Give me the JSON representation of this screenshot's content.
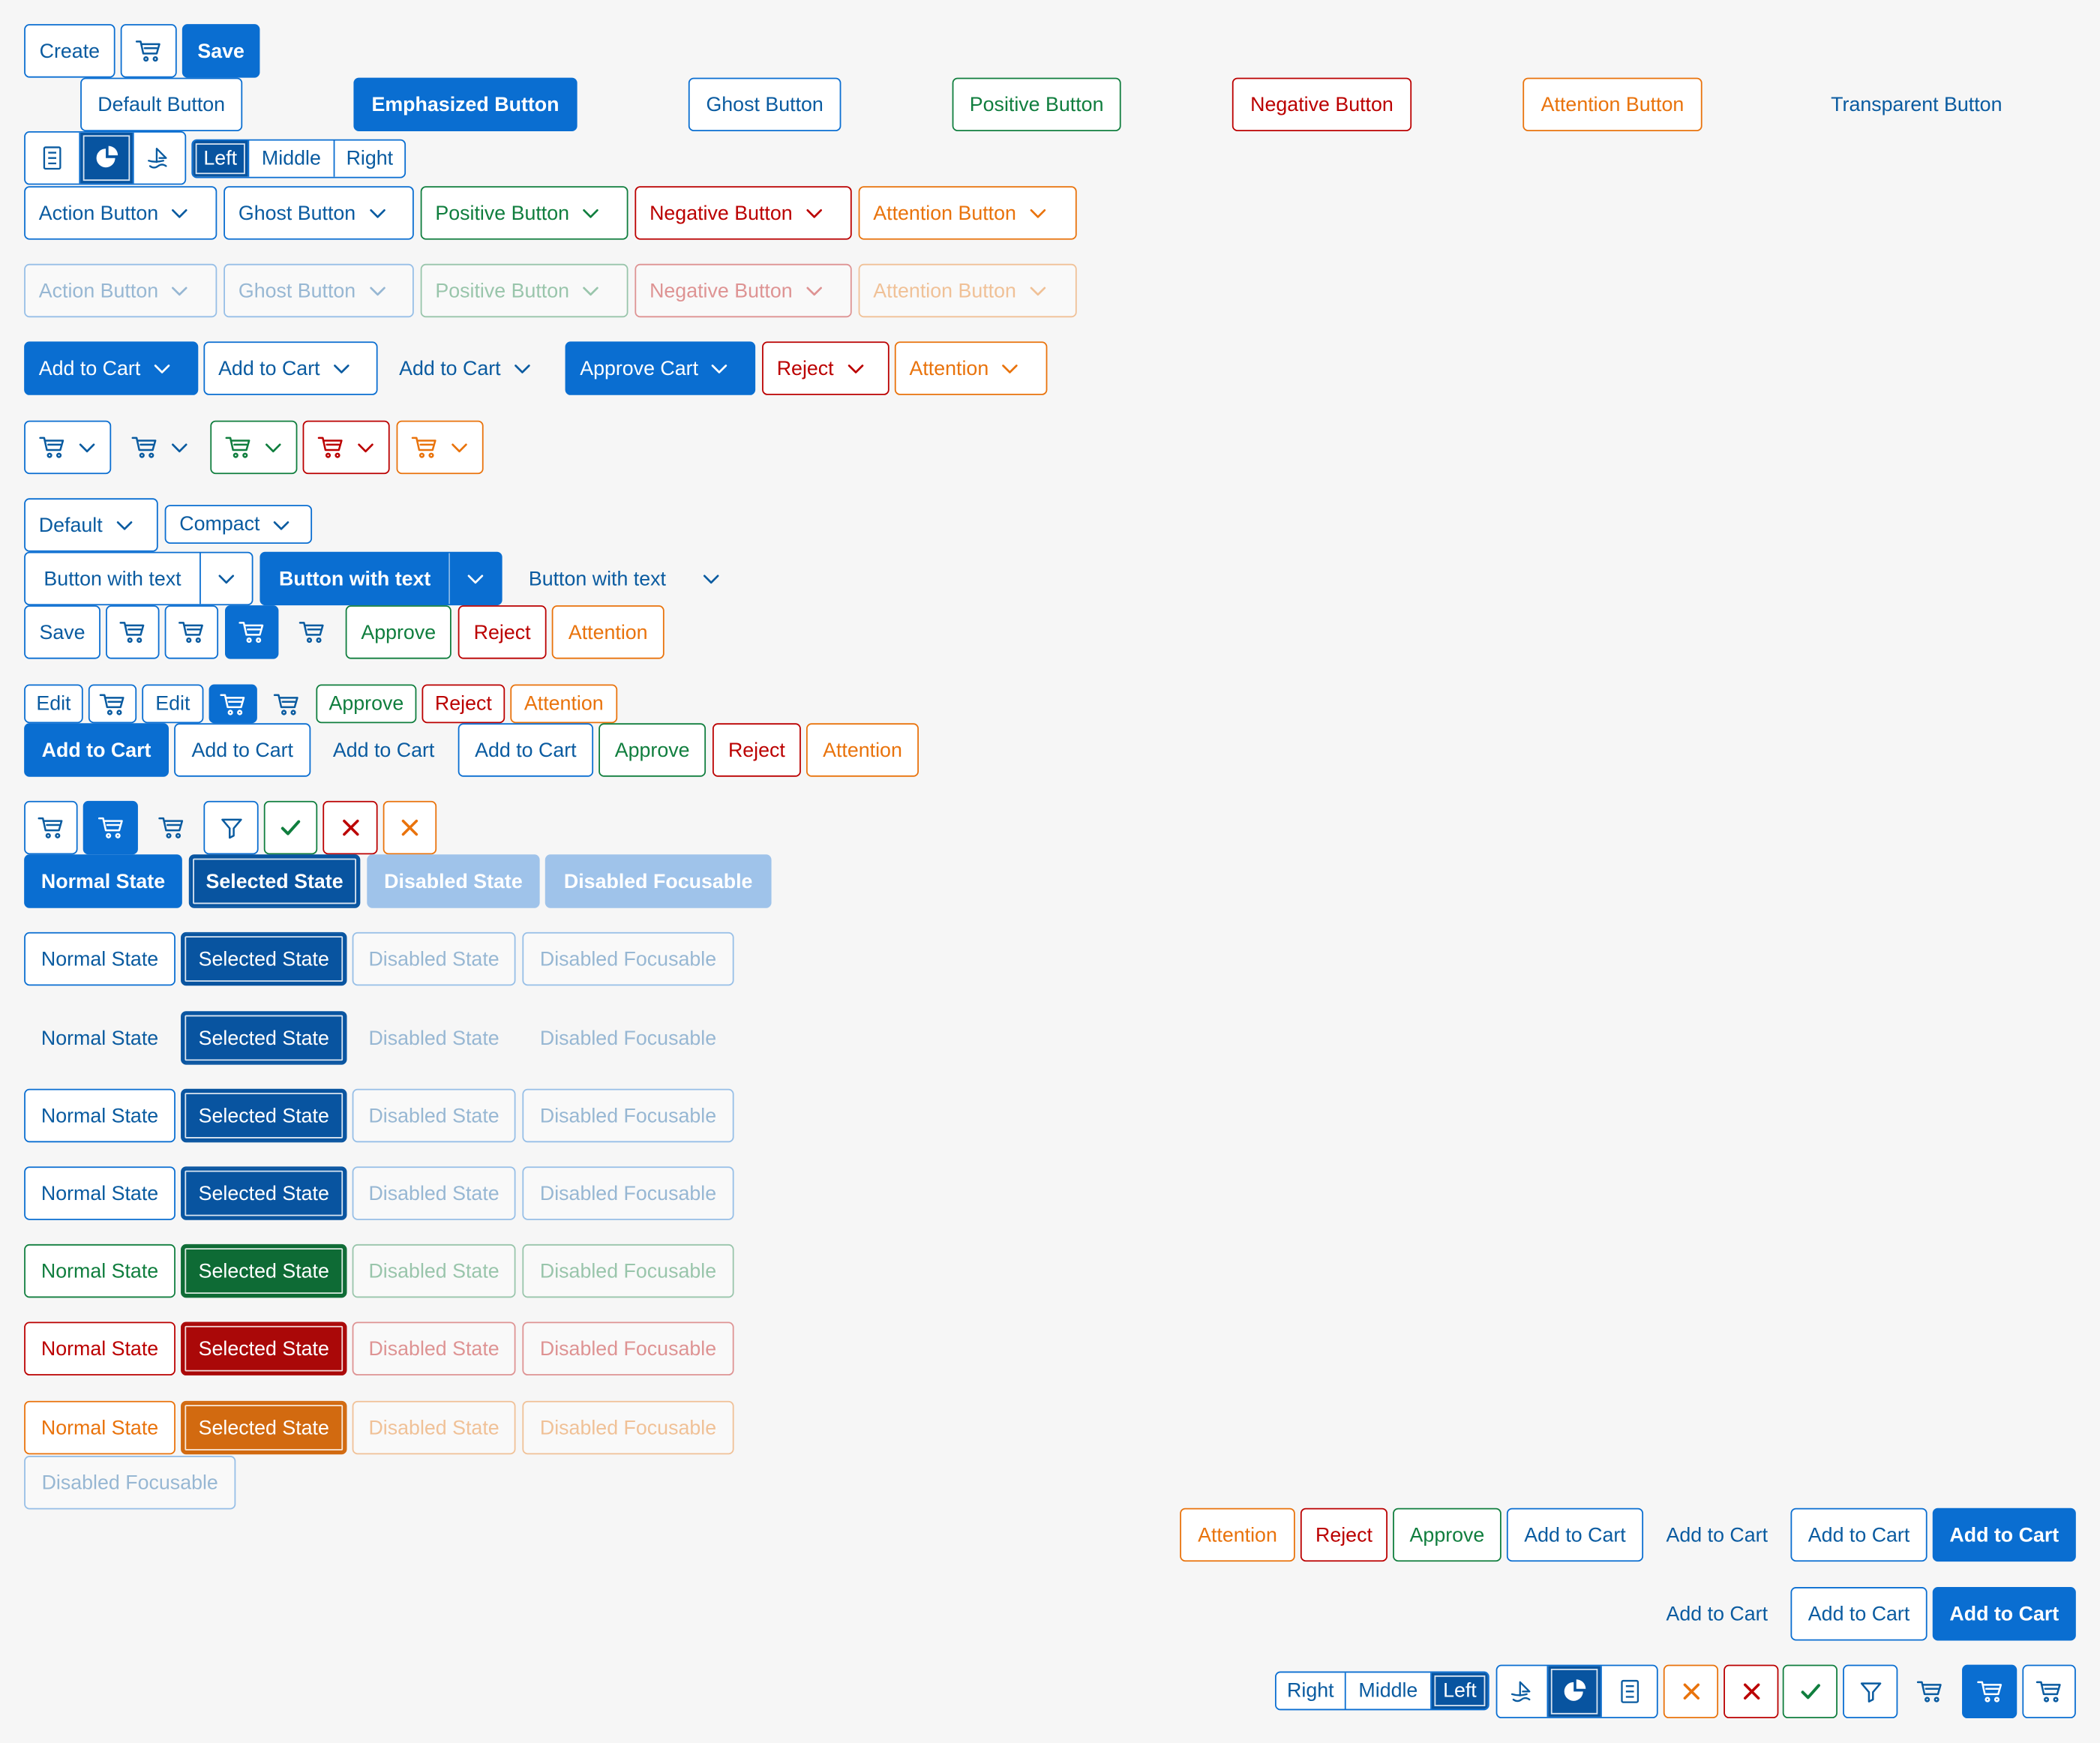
{
  "colors": {
    "brand": "#0a6ed1",
    "selected": "#0854a0",
    "positive": "#107e3e",
    "negative": "#bb0000",
    "attention": "#e9730c"
  },
  "top_row": {
    "create": "Create",
    "save": "Save"
  },
  "type_row": {
    "default": "Default Button",
    "emphasized": "Emphasized Button",
    "ghost": "Ghost Button",
    "positive": "Positive Button",
    "negative": "Negative Button",
    "attention": "Attention Button",
    "transparent": "Transparent Button"
  },
  "segmented": {
    "left": "Left",
    "middle": "Middle",
    "right": "Right"
  },
  "menu_buttons": {
    "action": "Action Button",
    "ghost": "Ghost Button",
    "positive": "Positive Button",
    "negative": "Negative Button",
    "attention": "Attention Button"
  },
  "cart_menus": {
    "add_to_cart": "Add to Cart",
    "approve_cart": "Approve Cart",
    "reject": "Reject",
    "attention": "Attention"
  },
  "sizes": {
    "default": "Default",
    "compact": "Compact"
  },
  "split_buttons": {
    "label": "Button with text"
  },
  "actions": {
    "save": "Save",
    "edit": "Edit",
    "approve": "Approve",
    "reject": "Reject",
    "attention": "Attention",
    "add_to_cart": "Add to Cart"
  },
  "states": {
    "normal": "Normal State",
    "selected": "Selected State",
    "disabled": "Disabled State",
    "disabled_focusable": "Disabled Focusable"
  },
  "icons": [
    "cart-icon",
    "chevron-down-icon",
    "filter-icon",
    "checkmark-icon",
    "close-icon",
    "document-icon",
    "pie-chart-icon",
    "shipping-icon"
  ]
}
